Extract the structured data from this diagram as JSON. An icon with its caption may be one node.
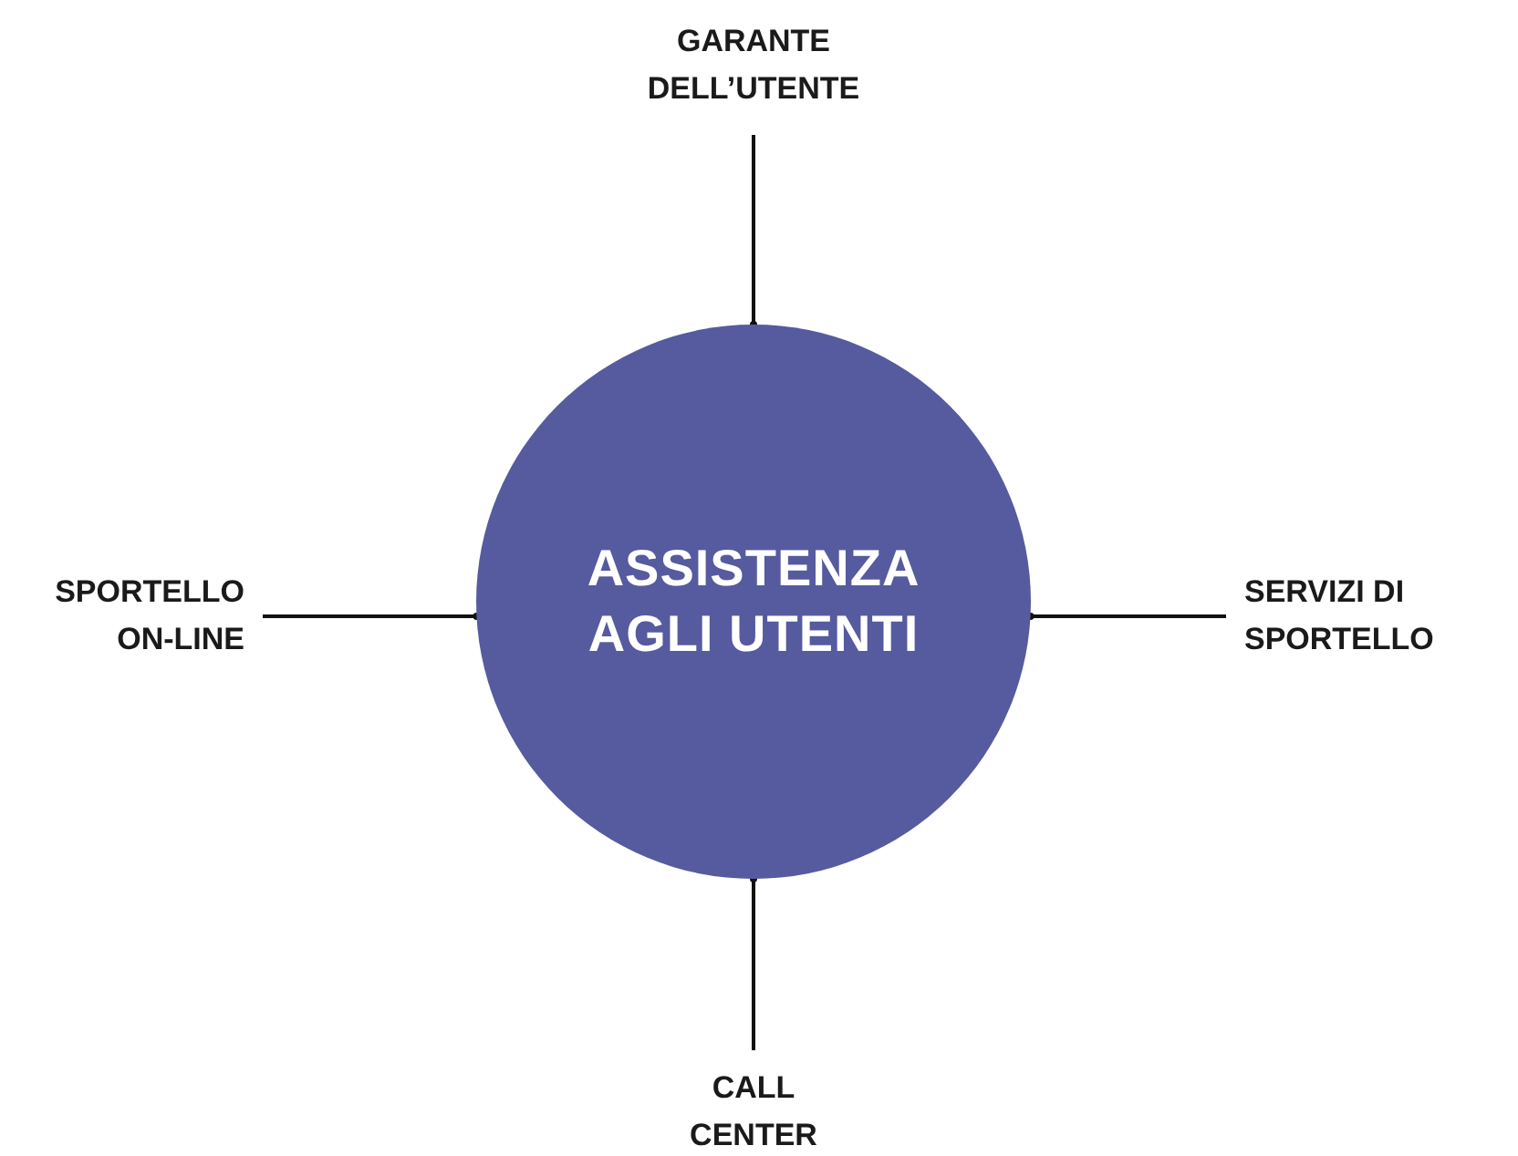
{
  "diagram": {
    "nodes": [
      {
        "text": [
          "ASSISTENZA AGLI UTENTI"
        ]
      },
      {
        "text": [
          "GARANTE DELL’UTENTE"
        ]
      },
      {
        "text": [
          "SPORTELLO ON-LINE"
        ]
      },
      {
        "text": [
          "SERVIZI DI SPORTELLO"
        ]
      },
      {
        "text": [
          "CALL CENTER"
        ]
      }
    ],
    "edges": [
      {
        "from": 1,
        "to": 0,
        "arrow": "other"
      },
      {
        "from": 2,
        "to": 0,
        "arrow": "other"
      },
      {
        "from": 3,
        "to": 0,
        "arrow": "other"
      },
      {
        "from": 4,
        "to": 0,
        "arrow": "other"
      }
    ]
  }
}
